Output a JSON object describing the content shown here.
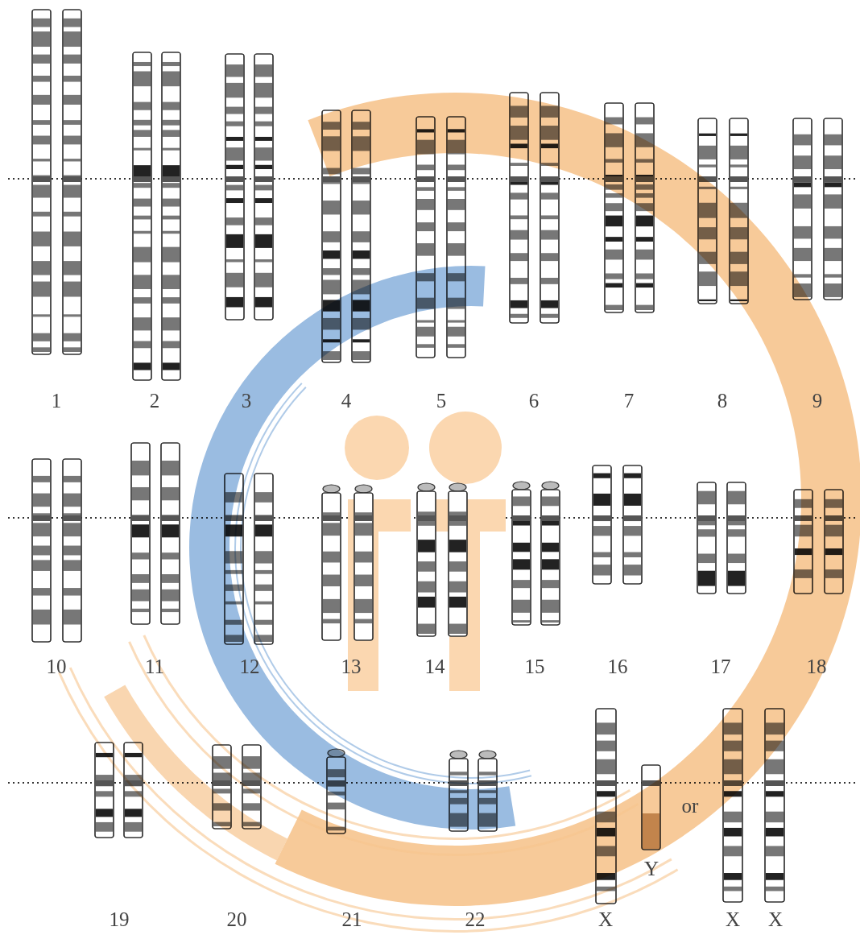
{
  "diagram": {
    "labels": [
      "1",
      "2",
      "3",
      "4",
      "5",
      "6",
      "7",
      "8",
      "9",
      "10",
      "11",
      "12",
      "13",
      "14",
      "15",
      "16",
      "17",
      "18",
      "19",
      "20",
      "21",
      "22",
      "X",
      "Y",
      "or",
      "X",
      "X"
    ]
  }
}
